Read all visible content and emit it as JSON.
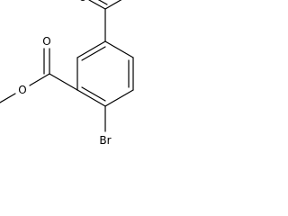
{
  "structure": {
    "atoms": [
      {
        "id": "o_ketone",
        "symbol": "O",
        "label": "O"
      },
      {
        "id": "o_carbonyl",
        "symbol": "O",
        "label": "O"
      },
      {
        "id": "o_ether",
        "symbol": "O",
        "label": "O"
      },
      {
        "id": "br",
        "symbol": "Br",
        "label": "Br"
      }
    ],
    "bond_color": "#000000",
    "label_color": "#000000"
  }
}
